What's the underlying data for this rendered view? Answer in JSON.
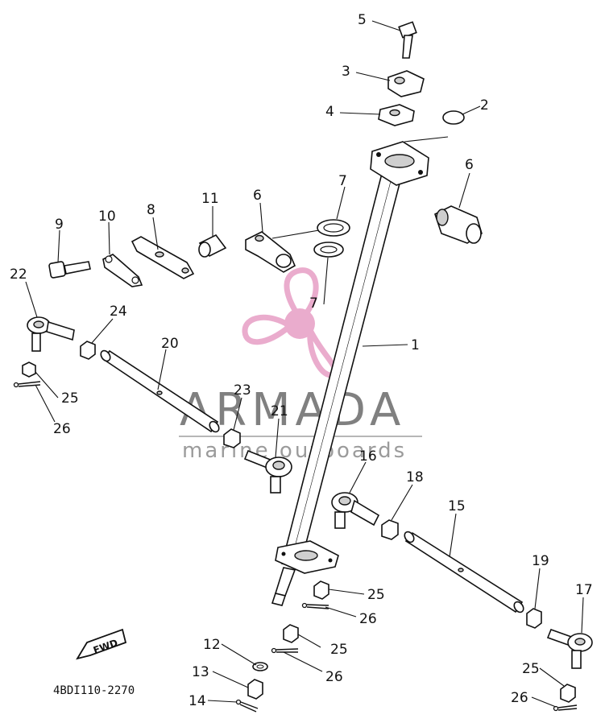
{
  "diagram": {
    "drawing_code": "4BDI110-2270",
    "fwd_label": "FWD",
    "watermark": {
      "brand": "ARMADA",
      "tagline": "marine outboards",
      "colors": {
        "logo": "#e8a4c8",
        "text": "#6b6b6b"
      }
    },
    "part_labels": [
      {
        "id": "p5",
        "text": "5"
      },
      {
        "id": "p3",
        "text": "3"
      },
      {
        "id": "p4",
        "text": "4"
      },
      {
        "id": "p2",
        "text": "2"
      },
      {
        "id": "p6a",
        "text": "6"
      },
      {
        "id": "p7a",
        "text": "7"
      },
      {
        "id": "p6b",
        "text": "6"
      },
      {
        "id": "p11",
        "text": "11"
      },
      {
        "id": "p8",
        "text": "8"
      },
      {
        "id": "p10",
        "text": "10"
      },
      {
        "id": "p9",
        "text": "9"
      },
      {
        "id": "p22",
        "text": "22"
      },
      {
        "id": "p24",
        "text": "24"
      },
      {
        "id": "p7b",
        "text": "7"
      },
      {
        "id": "p1",
        "text": "1"
      },
      {
        "id": "p20",
        "text": "20"
      },
      {
        "id": "p25a",
        "text": "25"
      },
      {
        "id": "p26a",
        "text": "26"
      },
      {
        "id": "p23",
        "text": "23"
      },
      {
        "id": "p21",
        "text": "21"
      },
      {
        "id": "p16",
        "text": "16"
      },
      {
        "id": "p18",
        "text": "18"
      },
      {
        "id": "p15",
        "text": "15"
      },
      {
        "id": "p19",
        "text": "19"
      },
      {
        "id": "p17",
        "text": "17"
      },
      {
        "id": "p25b",
        "text": "25"
      },
      {
        "id": "p26b",
        "text": "26"
      },
      {
        "id": "p12",
        "text": "12"
      },
      {
        "id": "p25c",
        "text": "25"
      },
      {
        "id": "p26c",
        "text": "26"
      },
      {
        "id": "p13",
        "text": "13"
      },
      {
        "id": "p14",
        "text": "14"
      },
      {
        "id": "p25d",
        "text": "25"
      },
      {
        "id": "p26d",
        "text": "26"
      }
    ]
  }
}
